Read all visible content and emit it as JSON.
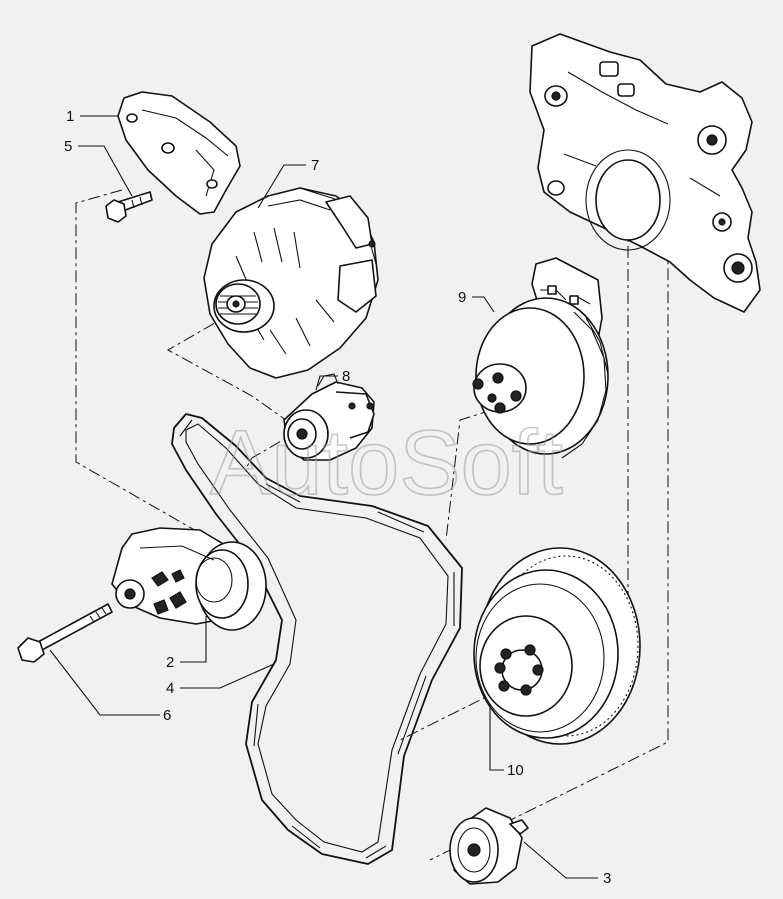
{
  "watermark": "AutoSoft",
  "callouts": [
    {
      "id": "1",
      "label": "1"
    },
    {
      "id": "5",
      "label": "5"
    },
    {
      "id": "7",
      "label": "7"
    },
    {
      "id": "8",
      "label": "8"
    },
    {
      "id": "9",
      "label": "9"
    },
    {
      "id": "2",
      "label": "2"
    },
    {
      "id": "4",
      "label": "4"
    },
    {
      "id": "6",
      "label": "6"
    },
    {
      "id": "10",
      "label": "10"
    },
    {
      "id": "3",
      "label": "3"
    }
  ]
}
